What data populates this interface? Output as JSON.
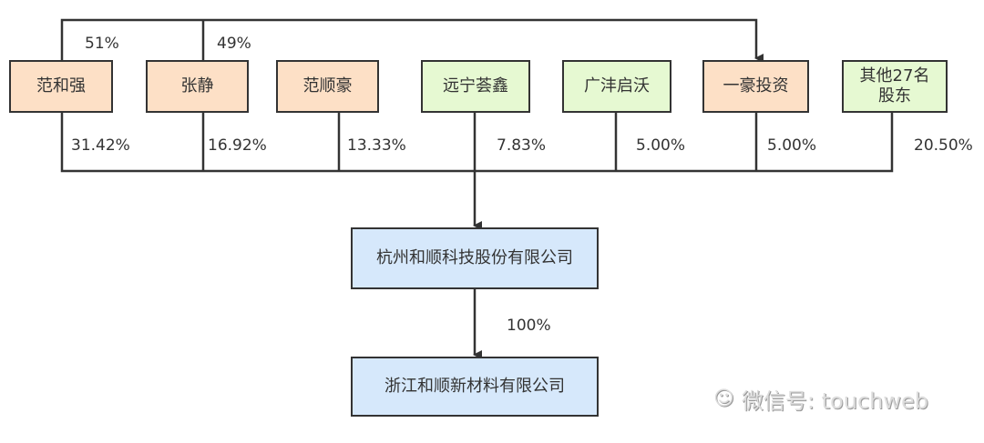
{
  "shareholders": [
    {
      "name": "范和强",
      "pct": "31.42%",
      "color": "#fde0c6"
    },
    {
      "name": "张静",
      "pct": "16.92%",
      "color": "#fde0c6"
    },
    {
      "name": "范顺豪",
      "pct": "13.33%",
      "color": "#fde0c6"
    },
    {
      "name": "远宁荟鑫",
      "pct": "7.83%",
      "color": "#e6f9d2"
    },
    {
      "name": "广沣启沃",
      "pct": "5.00%",
      "color": "#e6f9d2"
    },
    {
      "name": "一豪投资",
      "pct": "5.00%",
      "color": "#fde0c6"
    },
    {
      "name": "其他27名\n股东",
      "pct": "20.50%",
      "color": "#e6f9d2"
    }
  ],
  "yihao_owners": {
    "fan_heqiang": "51%",
    "zhang_jing": "49%"
  },
  "company": "杭州和顺科技股份有限公司",
  "subsidiary_pct": "100%",
  "subsidiary": "浙江和顺新材料有限公司",
  "watermark": "微信号: touchweb"
}
